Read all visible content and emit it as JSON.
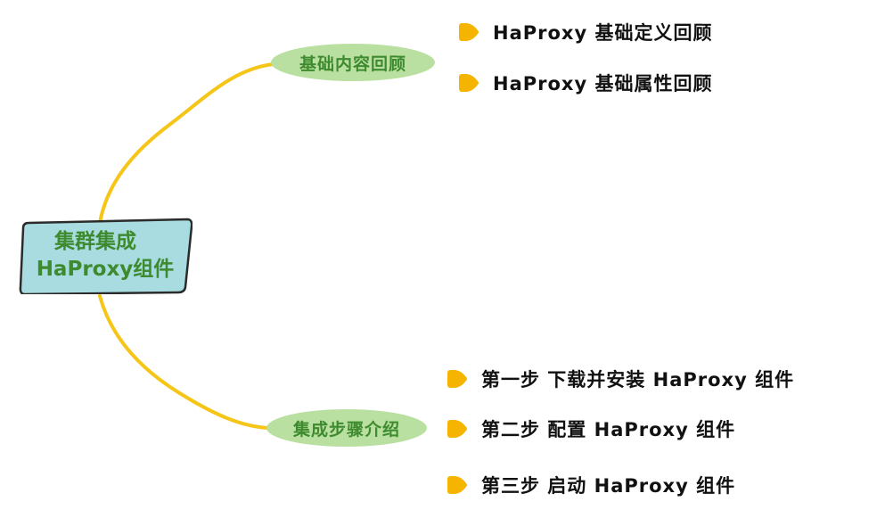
{
  "root": {
    "line1": "集群集成",
    "line2": "HaProxy组件"
  },
  "branches": [
    {
      "label": "基础内容回顾",
      "items": [
        "HaProxy 基础定义回顾",
        "HaProxy 基础属性回顾"
      ]
    },
    {
      "label": "集成步骤介绍",
      "items": [
        "第一步 下载并安装 HaProxy 组件",
        "第二步 配置 HaProxy 组件",
        "第三步 启动 HaProxy 组件"
      ]
    }
  ],
  "colors": {
    "connector": "#f5c518",
    "root_fill": "#a8dce0",
    "root_border": "#2b2b2b",
    "branch_fill": "#b9e0a0",
    "label_text": "#3e8a2f",
    "bullet": "#f5b400",
    "leaf_text": "#111111"
  },
  "icons": {
    "bullet": "rounded-triangle-bullet-icon"
  }
}
